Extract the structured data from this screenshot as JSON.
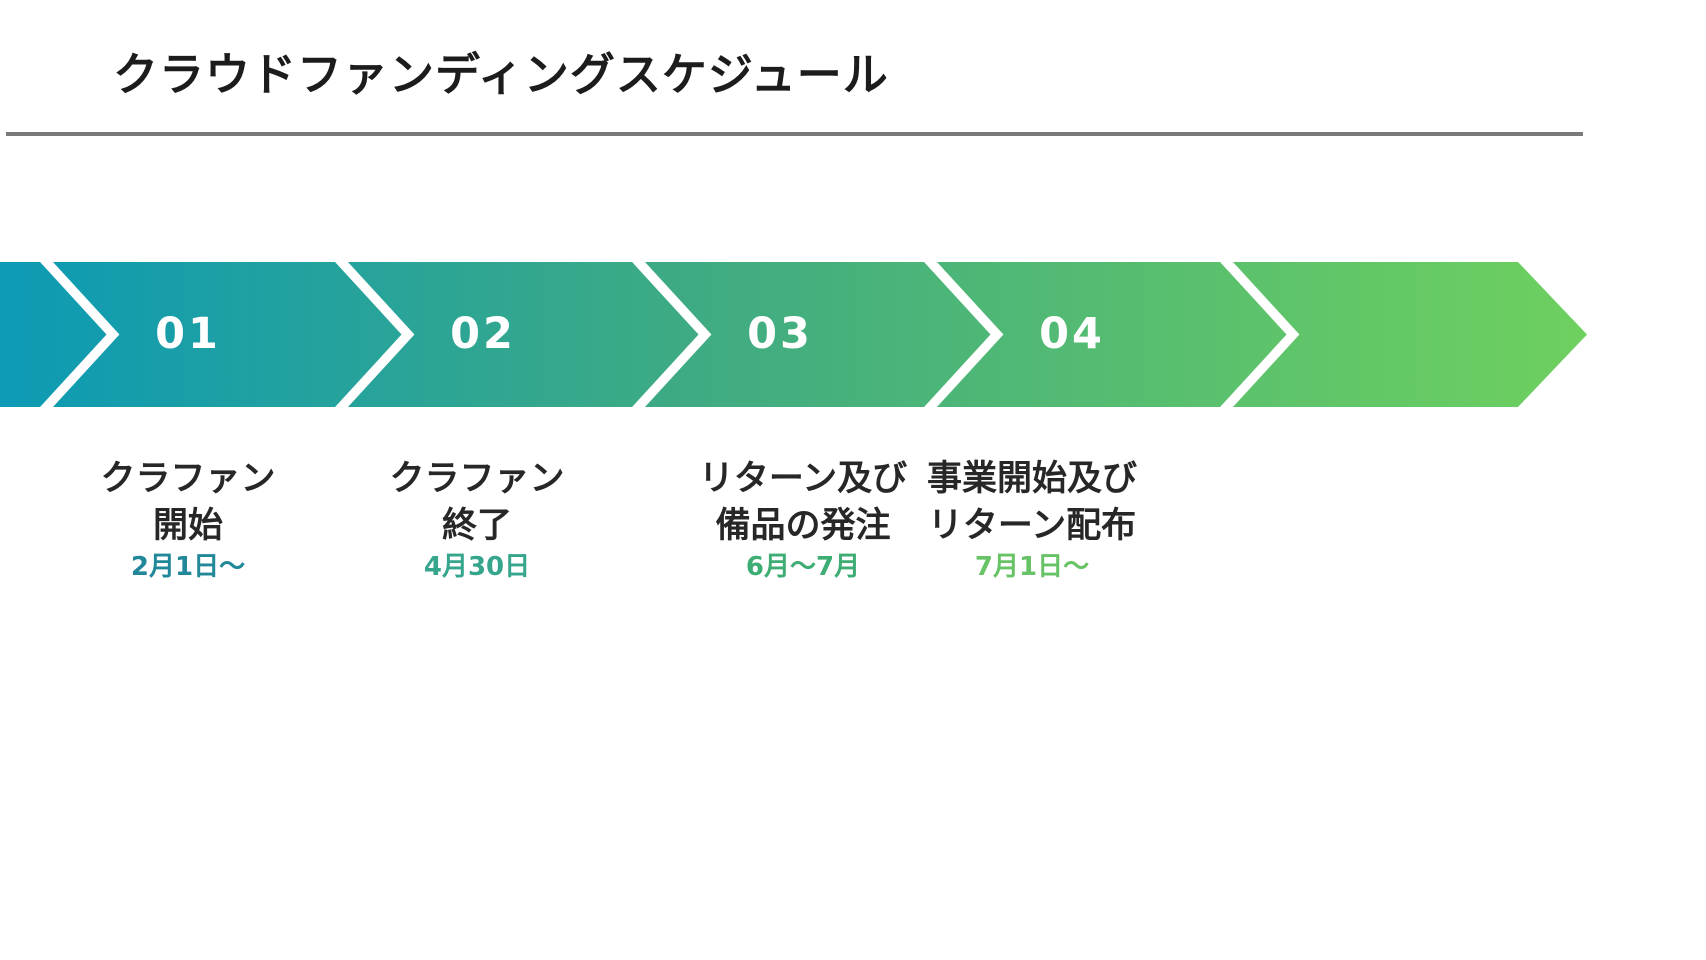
{
  "title": "クラウドファンディングスケジュール",
  "colors": {
    "band_gradient_start": "#0c9ab5",
    "band_gradient_mid": "#3fab82",
    "band_gradient_end": "#6ed05e",
    "separator": "#ffffff",
    "rule": "#7a7a7a",
    "title_text": "#1c1c1c",
    "label_text": "#272727",
    "step_number_text": "#ffffff"
  },
  "steps": [
    {
      "number": "01",
      "label_line1": "クラファン",
      "label_line2": "開始",
      "date": "2月1日〜",
      "date_color": "#21889a"
    },
    {
      "number": "02",
      "label_line1": "クラファン",
      "label_line2": "終了",
      "date": "4月30日",
      "date_color": "#35a58c"
    },
    {
      "number": "03",
      "label_line1": "リターン及び",
      "label_line2": "備品の発注",
      "date": "6月〜7月",
      "date_color": "#3ead74"
    },
    {
      "number": "04",
      "label_line1": "事業開始及び",
      "label_line2": "リターン配布",
      "date": "7月1日〜",
      "date_color": "#68c366"
    }
  ]
}
